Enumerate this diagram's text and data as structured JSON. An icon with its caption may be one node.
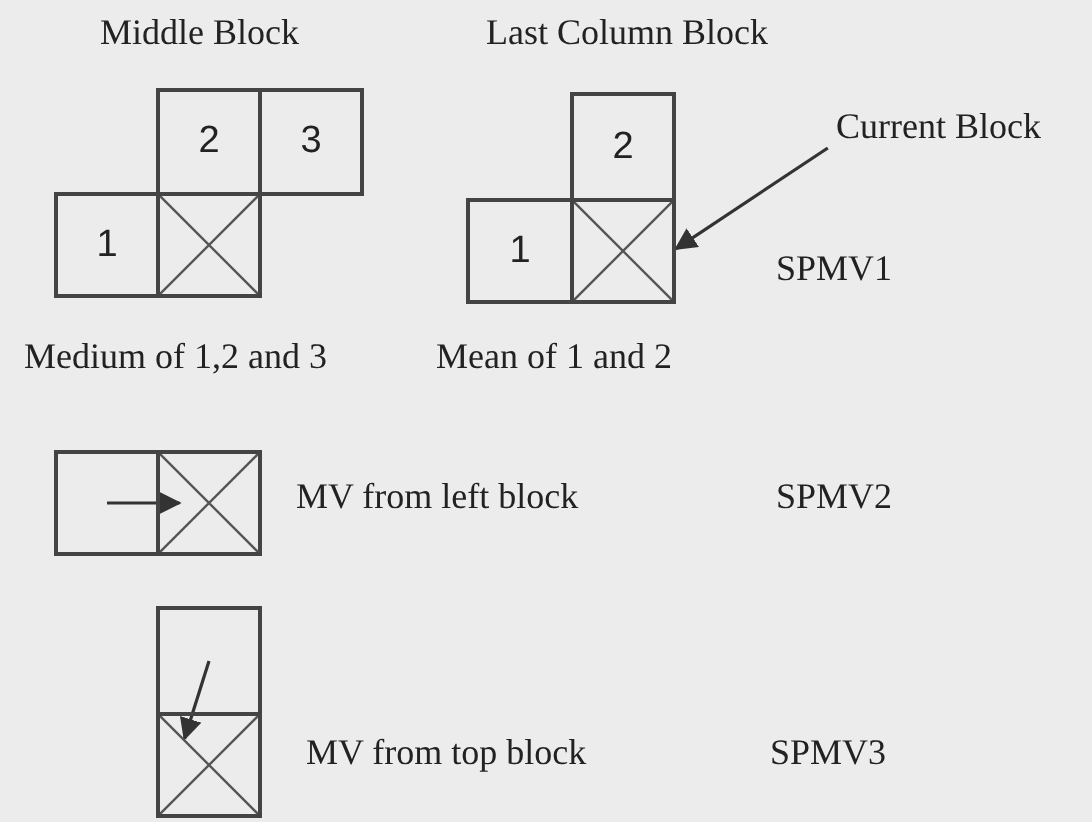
{
  "diagram": {
    "nodes": [
      {
        "text": [
          "2"
        ]
      },
      {
        "text": [
          "3"
        ]
      },
      {
        "text": [
          "1"
        ]
      },
      {
        "text": [],
        "shape": "box"
      },
      {
        "text": [
          "2"
        ]
      },
      {
        "text": [
          "1"
        ]
      },
      {
        "text": [],
        "shape": "box"
      },
      {
        "text": [
          "Current Block"
        ]
      },
      {
        "text": [],
        "shape": "box"
      },
      {
        "text": [],
        "shape": "box"
      },
      {
        "text": [],
        "shape": "box"
      },
      {
        "text": [],
        "shape": "box"
      }
    ],
    "edges": [
      {
        "from": 7,
        "to": 6,
        "arrow": "to"
      },
      {
        "from": 8,
        "to": 9,
        "arrow": "to"
      },
      {
        "from": 10,
        "to": 11,
        "arrow": "to"
      }
    ],
    "labels": [
      "Middle Block",
      "Last Column Block",
      "SPMV1",
      "Medium of 1,2 and 3",
      "Mean of 1 and 2",
      "MV from left block",
      "SPMV2",
      "MV from top block",
      "SPMV3"
    ]
  }
}
